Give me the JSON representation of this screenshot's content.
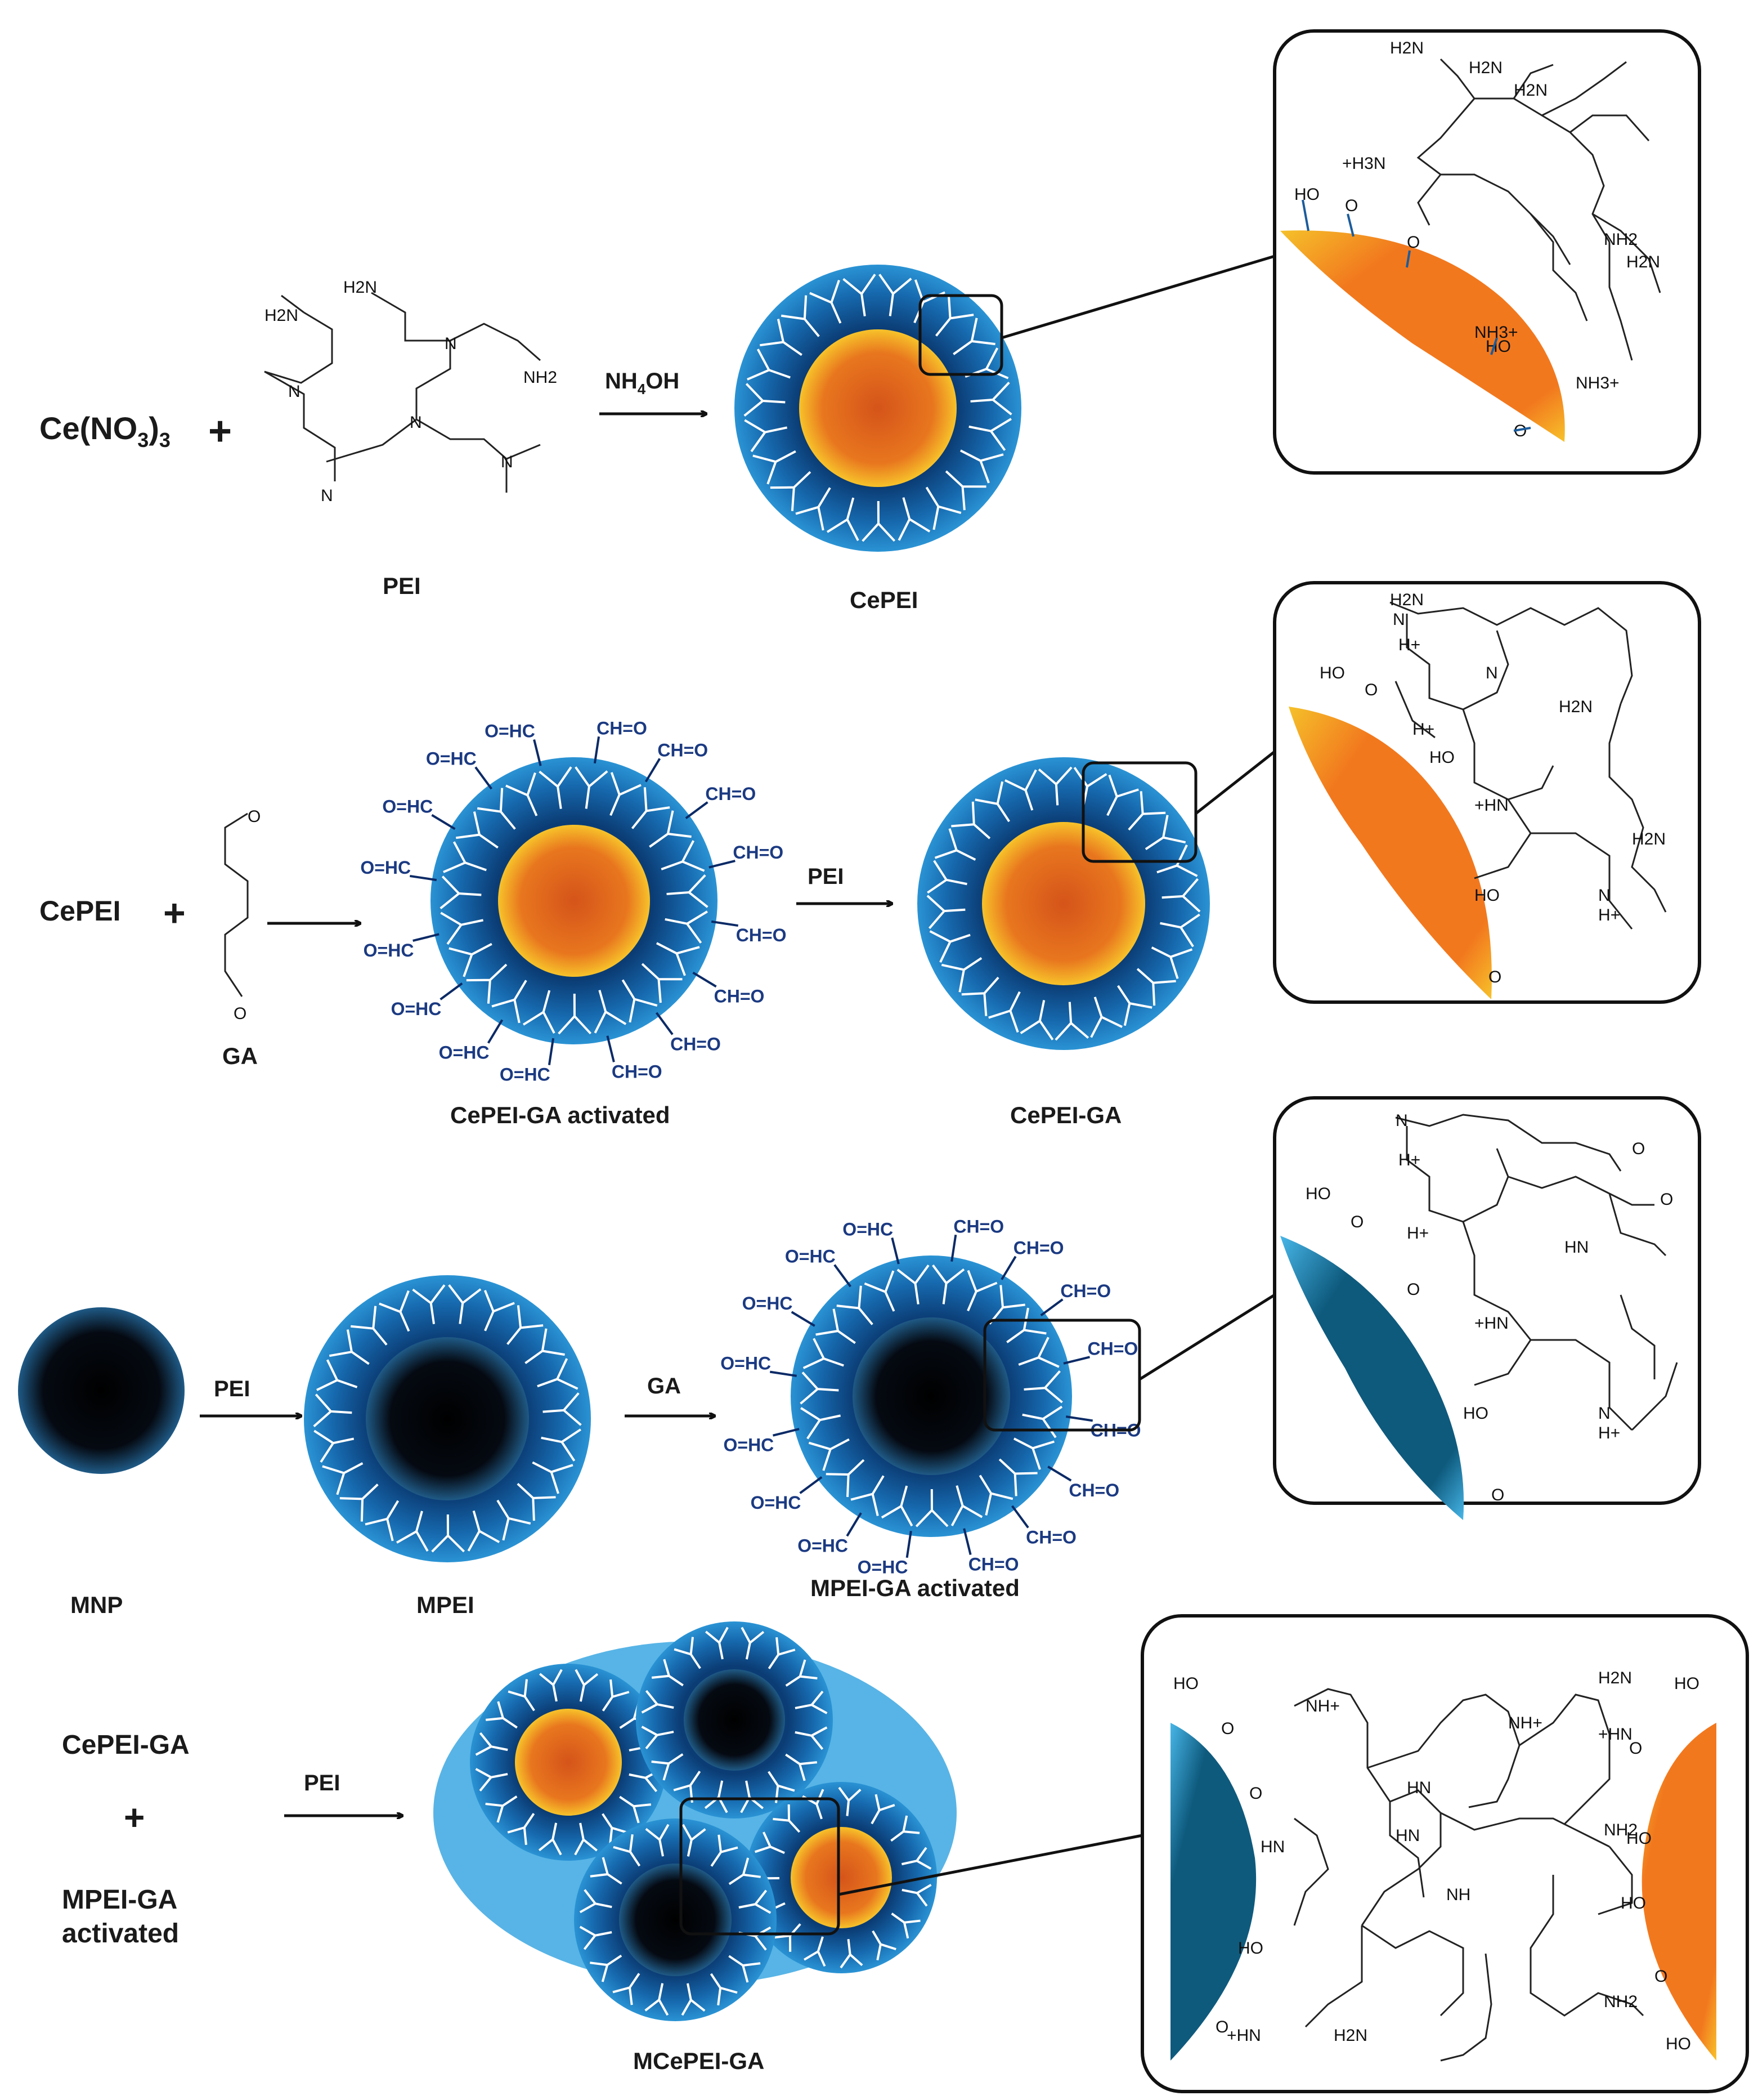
{
  "row1": {
    "reactant": "Ce(NO",
    "reactant_sub": "3",
    "reactant_sub2": "3",
    "plus": "+",
    "pei_label": "PEI",
    "arrow_label": "NH",
    "arrow_label_sub": "4",
    "arrow_label_tail": "OH",
    "product": "CePEI",
    "pei_groups": [
      "H2N",
      "H2N",
      "NH2"
    ],
    "inset_groups": [
      "H2N",
      "H2N",
      "H2N",
      "+H3N",
      "NH2",
      "H2N",
      "NH3+",
      "NH3+",
      "HO",
      "O",
      "O",
      "HO",
      "O"
    ]
  },
  "row2": {
    "reactant": "CePEI",
    "plus": "+",
    "ga_label": "GA",
    "ga_o": "O",
    "activated_label": "CePEI-GA activated",
    "arrow_label": "PEI",
    "product": "CePEI-GA",
    "aldehyde_left": "O=HC",
    "aldehyde_right": "CH=O",
    "inset_groups": [
      "H2N",
      "N",
      "H+",
      "N",
      "H+",
      "H2N",
      "+HN",
      "H2N",
      "N",
      "H+",
      "HO",
      "O",
      "HO",
      "O",
      "HO",
      "O"
    ]
  },
  "row3": {
    "mnp_label": "MNP",
    "arrow1_label": "PEI",
    "mpei_label": "MPEI",
    "arrow2_label": "GA",
    "activated_label": "MPEI-GA activated",
    "aldehyde_left": "O=HC",
    "aldehyde_right": "CH=O",
    "inset_groups": [
      "N",
      "H+",
      "H+",
      "HN",
      "+HN",
      "N",
      "H+",
      "O",
      "O",
      "HO",
      "O",
      "O",
      "HO",
      "O"
    ]
  },
  "row4": {
    "reactant1": "CePEI-GA",
    "plus": "+",
    "reactant2_line1": "MPEI-GA",
    "reactant2_line2": "activated",
    "arrow_label": "PEI",
    "product": "MCePEI-GA",
    "inset_groups": [
      "NH+",
      "NH+",
      "H2N",
      "+HN",
      "HN",
      "HN",
      "HN",
      "NH2",
      "NH",
      "+HN",
      "H2N",
      "NH2",
      "HO",
      "O",
      "O",
      "HO",
      "O",
      "HO",
      "O",
      "HO",
      "HO",
      "O",
      "HO"
    ]
  },
  "colors": {
    "shell_outer": "#1e7fc2",
    "shell_inner": "#0d3f78",
    "branch": "#ffffff",
    "ceria_core": "#e06a1a",
    "ceria_rim": "#f7c22a",
    "magnetic_core": "#000000",
    "magnetic_rim": "#0d3f78",
    "aggregate_bg": "#58b4e6",
    "aldehyde_text": "#1b3a82",
    "crescent_orange": "#f2781e",
    "crescent_blue": "#0e5a7d"
  }
}
